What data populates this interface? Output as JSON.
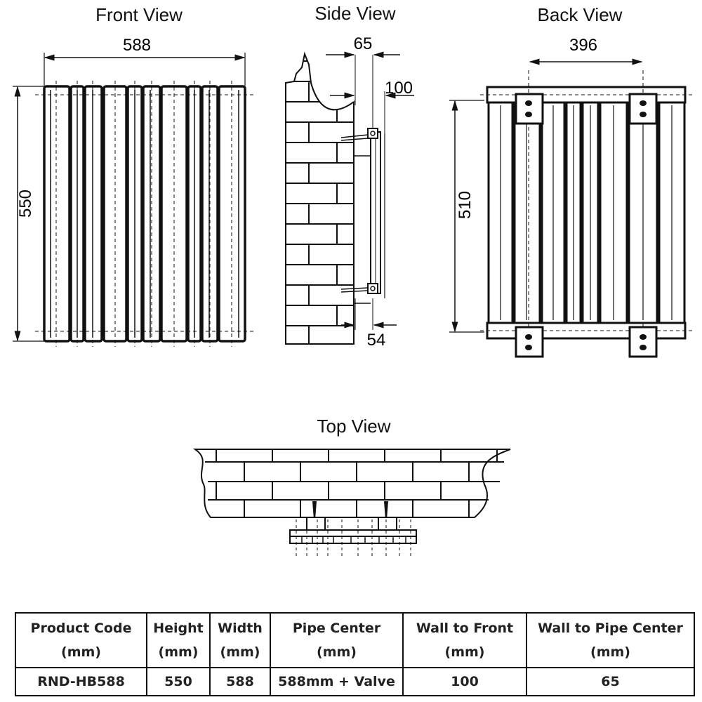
{
  "views": {
    "front": {
      "title": "Front View",
      "width_dim": "588",
      "height_dim": "550"
    },
    "side": {
      "title": "Side View",
      "pipe_dim": "65",
      "wall_dim": "100",
      "bracket_dim": "54"
    },
    "back": {
      "title": "Back View",
      "bracket_span_dim": "396",
      "bracket_height_dim": "510"
    },
    "top": {
      "title": "Top View"
    }
  },
  "spec_table": {
    "headers": [
      {
        "line1": "Product Code",
        "line2": "(mm)"
      },
      {
        "line1": "Height",
        "line2": "(mm)"
      },
      {
        "line1": "Width",
        "line2": "(mm)"
      },
      {
        "line1": "Pipe Center",
        "line2": "(mm)"
      },
      {
        "line1": "Wall to Front",
        "line2": "(mm)"
      },
      {
        "line1": "Wall to Pipe Center",
        "line2": "(mm)"
      }
    ],
    "row": [
      "RND-HB588",
      "550",
      "588",
      "588mm + Valve",
      "100",
      "65"
    ]
  }
}
